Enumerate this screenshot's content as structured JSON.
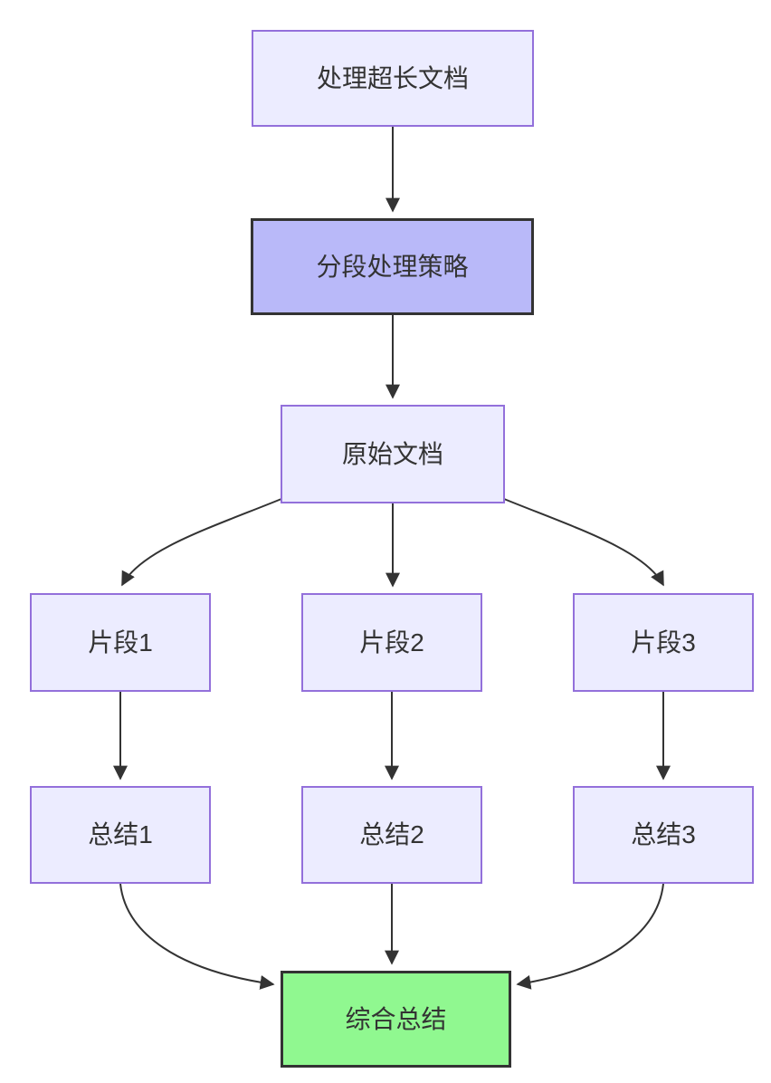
{
  "diagram": {
    "type": "flowchart",
    "direction": "top-down",
    "nodes": [
      {
        "id": "A",
        "label": "处理超长文档",
        "style": "default"
      },
      {
        "id": "B",
        "label": "分段处理策略",
        "style": "highlight-purple"
      },
      {
        "id": "C",
        "label": "原始文档",
        "style": "default"
      },
      {
        "id": "D1",
        "label": "片段1",
        "style": "default"
      },
      {
        "id": "D2",
        "label": "片段2",
        "style": "default"
      },
      {
        "id": "D3",
        "label": "片段3",
        "style": "default"
      },
      {
        "id": "E1",
        "label": "总结1",
        "style": "default"
      },
      {
        "id": "E2",
        "label": "总结2",
        "style": "default"
      },
      {
        "id": "E3",
        "label": "总结3",
        "style": "default"
      },
      {
        "id": "F",
        "label": "综合总结",
        "style": "highlight-green"
      }
    ],
    "edges": [
      {
        "from": "A",
        "to": "B",
        "arrow": true
      },
      {
        "from": "B",
        "to": "C",
        "arrow": true
      },
      {
        "from": "C",
        "to": "D1",
        "arrow": true
      },
      {
        "from": "C",
        "to": "D2",
        "arrow": true
      },
      {
        "from": "C",
        "to": "D3",
        "arrow": true
      },
      {
        "from": "D1",
        "to": "E1",
        "arrow": true
      },
      {
        "from": "D2",
        "to": "E2",
        "arrow": true
      },
      {
        "from": "D3",
        "to": "E3",
        "arrow": true
      },
      {
        "from": "E1",
        "to": "F",
        "arrow": true
      },
      {
        "from": "E2",
        "to": "F",
        "arrow": true
      },
      {
        "from": "E3",
        "to": "F",
        "arrow": true
      }
    ],
    "colors": {
      "node_fill": "#ECECFF",
      "node_border": "#9370DB",
      "highlight_purple_fill": "#b9b9f9",
      "highlight_green_fill": "#90f890",
      "highlight_border": "#333333",
      "edge": "#333333",
      "text": "#333333",
      "background": "#ffffff"
    }
  }
}
